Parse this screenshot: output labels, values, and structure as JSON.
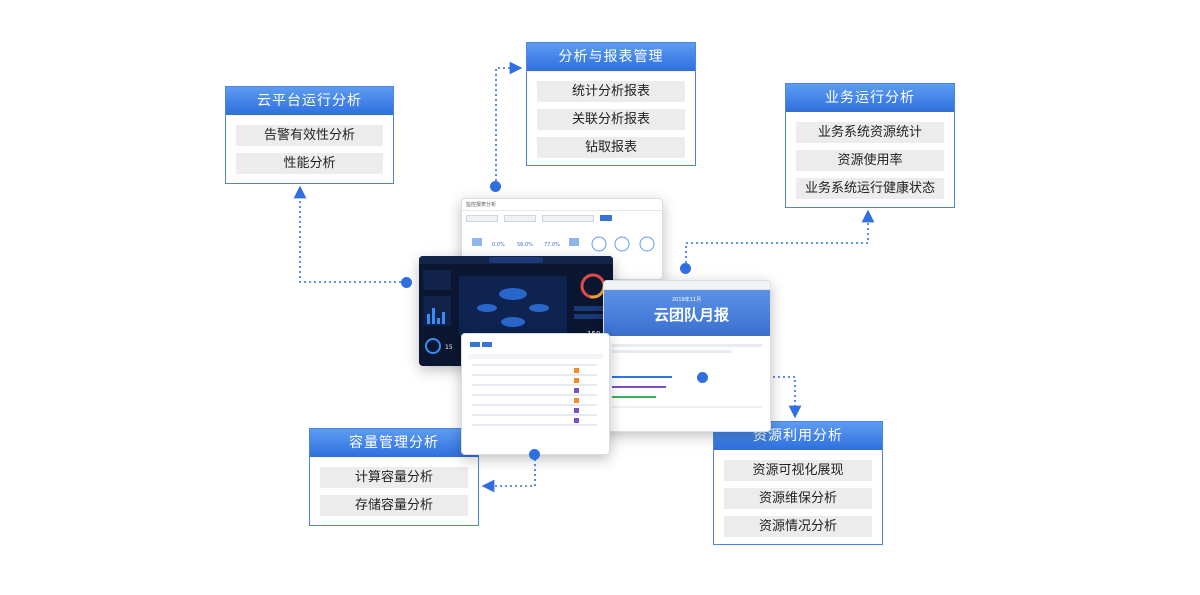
{
  "cards": {
    "cloud_platform": {
      "title": "云平台运行分析",
      "items": [
        "告警有效性分析",
        "性能分析"
      ]
    },
    "analysis_report": {
      "title": "分析与报表管理",
      "items": [
        "统计分析报表",
        "关联分析报表",
        "钻取报表"
      ]
    },
    "business_ops": {
      "title": "业务运行分析",
      "items": [
        "业务系统资源统计",
        "资源使用率",
        "业务系统运行健康状态"
      ]
    },
    "capacity": {
      "title": "容量管理分析",
      "items": [
        "计算容量分析",
        "存储容量分析"
      ]
    },
    "resource_use": {
      "title": "资源利用分析",
      "items": [
        "资源可视化展现",
        "资源维保分析",
        "资源情况分析"
      ]
    }
  },
  "screens": {
    "top_title": "监控报表分析",
    "news_banner": "云团队月报",
    "news_subtitle": "2019年11月",
    "dark_value1": "15",
    "dark_value2": "158"
  },
  "colors": {
    "accent": "#2f6fe0",
    "title_gradient_top": "#5d9cf2",
    "item_bg": "#ececec"
  }
}
